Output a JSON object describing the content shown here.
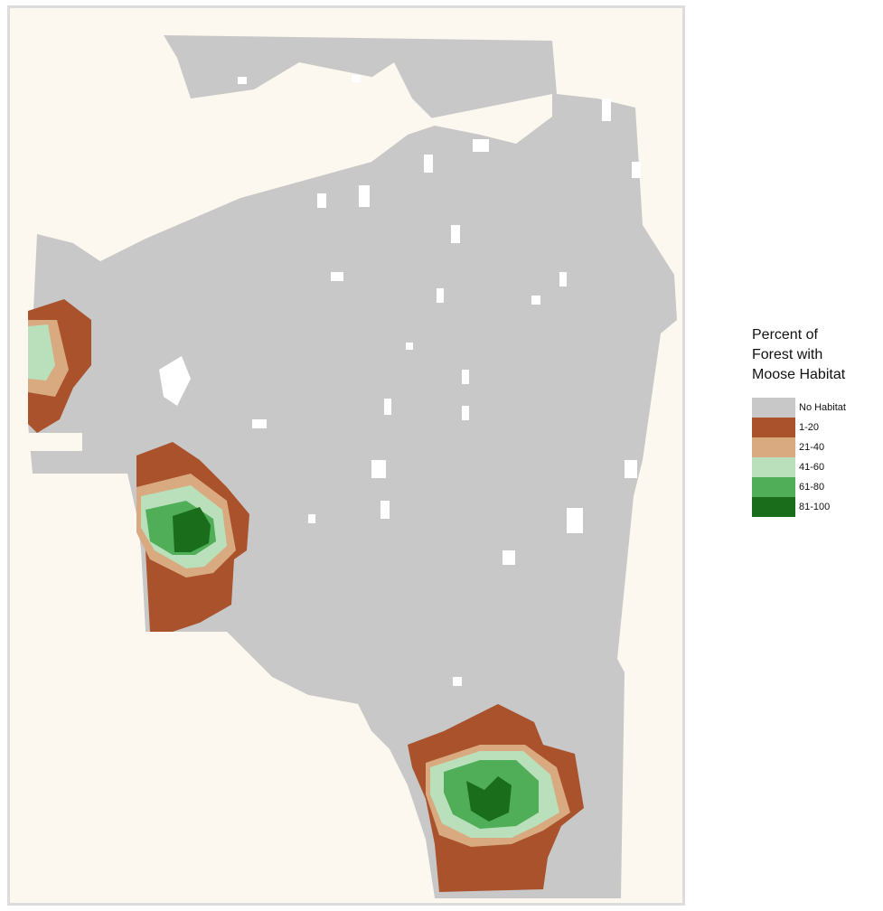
{
  "map": {
    "background_color": "#fdf8ef",
    "forest_color": "#c8c8c8",
    "hole_color": "#ffffff"
  },
  "legend": {
    "title_lines": [
      "Percent of",
      "Forest with",
      "Moose Habitat"
    ],
    "items": [
      {
        "label": "No Habitat",
        "color": "#c8c8c8"
      },
      {
        "label": "1-20",
        "color": "#a9522c"
      },
      {
        "label": "21-40",
        "color": "#d9a97f"
      },
      {
        "label": "41-60",
        "color": "#b9e0bb"
      },
      {
        "label": "61-80",
        "color": "#4fae57"
      },
      {
        "label": "81-100",
        "color": "#1a6d1a"
      }
    ]
  }
}
